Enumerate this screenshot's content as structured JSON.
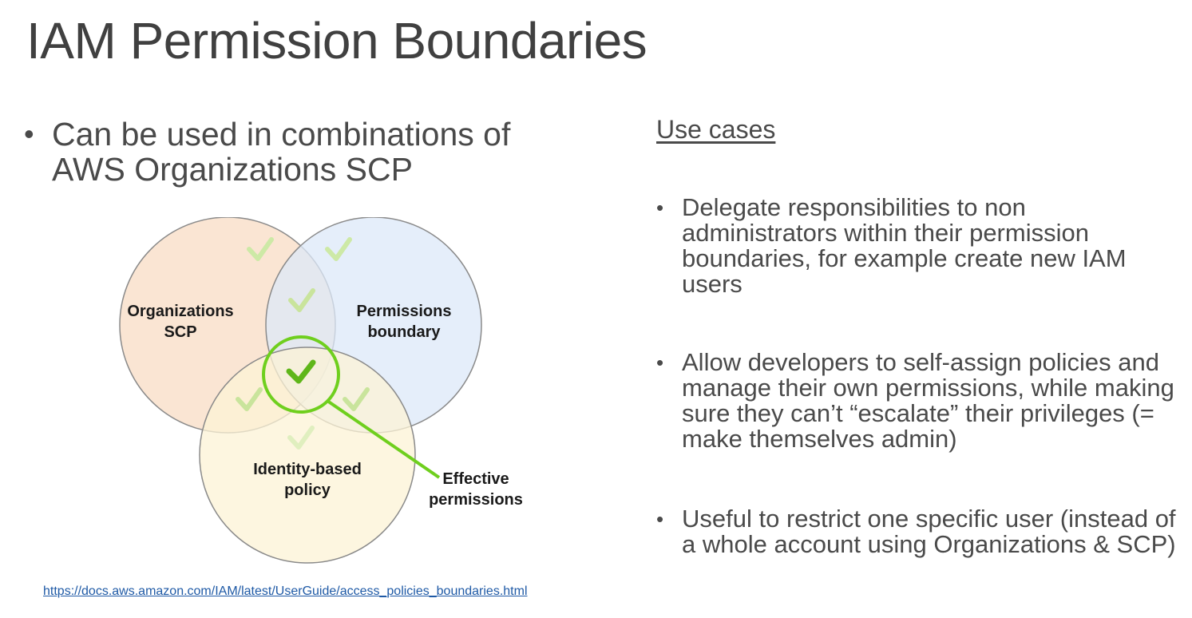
{
  "slide": {
    "title": "IAM Permission Boundaries"
  },
  "left": {
    "bullet_symbol": "•",
    "bullet_text": "Can be used in combinations of AWS Organizations SCP"
  },
  "diagram": {
    "circle_organizations_line1": "Organizations",
    "circle_organizations_line2": "SCP",
    "circle_permissions_line1": "Permissions",
    "circle_permissions_line2": "boundary",
    "circle_identity_line1": "Identity-based",
    "circle_identity_line2": "policy",
    "callout_line1": "Effective",
    "callout_line2": "permissions",
    "colors": {
      "organizations_fill": "#f8dcc4",
      "permissions_fill": "#dce8f8",
      "identity_fill": "#fcf3d6",
      "highlight": "#6fcf1e",
      "check_faded": "#cde9a6"
    },
    "icons": [
      "check-icon"
    ]
  },
  "source": {
    "link_text": "https://docs.aws.amazon.com/IAM/latest/UserGuide/access_policies_boundaries.html"
  },
  "use_cases": {
    "heading": "Use cases",
    "items": [
      {
        "text": "Delegate responsibilities to non administrators within their permission boundaries, for example create new IAM users"
      },
      {
        "text": "Allow developers to self-assign policies and manage their own permissions, while making sure they can’t “escalate” their privileges (= make themselves admin)"
      },
      {
        "text": "Useful to restrict one specific user (instead of a whole account using Organizations & SCP)"
      }
    ],
    "bullet_symbol": "•"
  }
}
